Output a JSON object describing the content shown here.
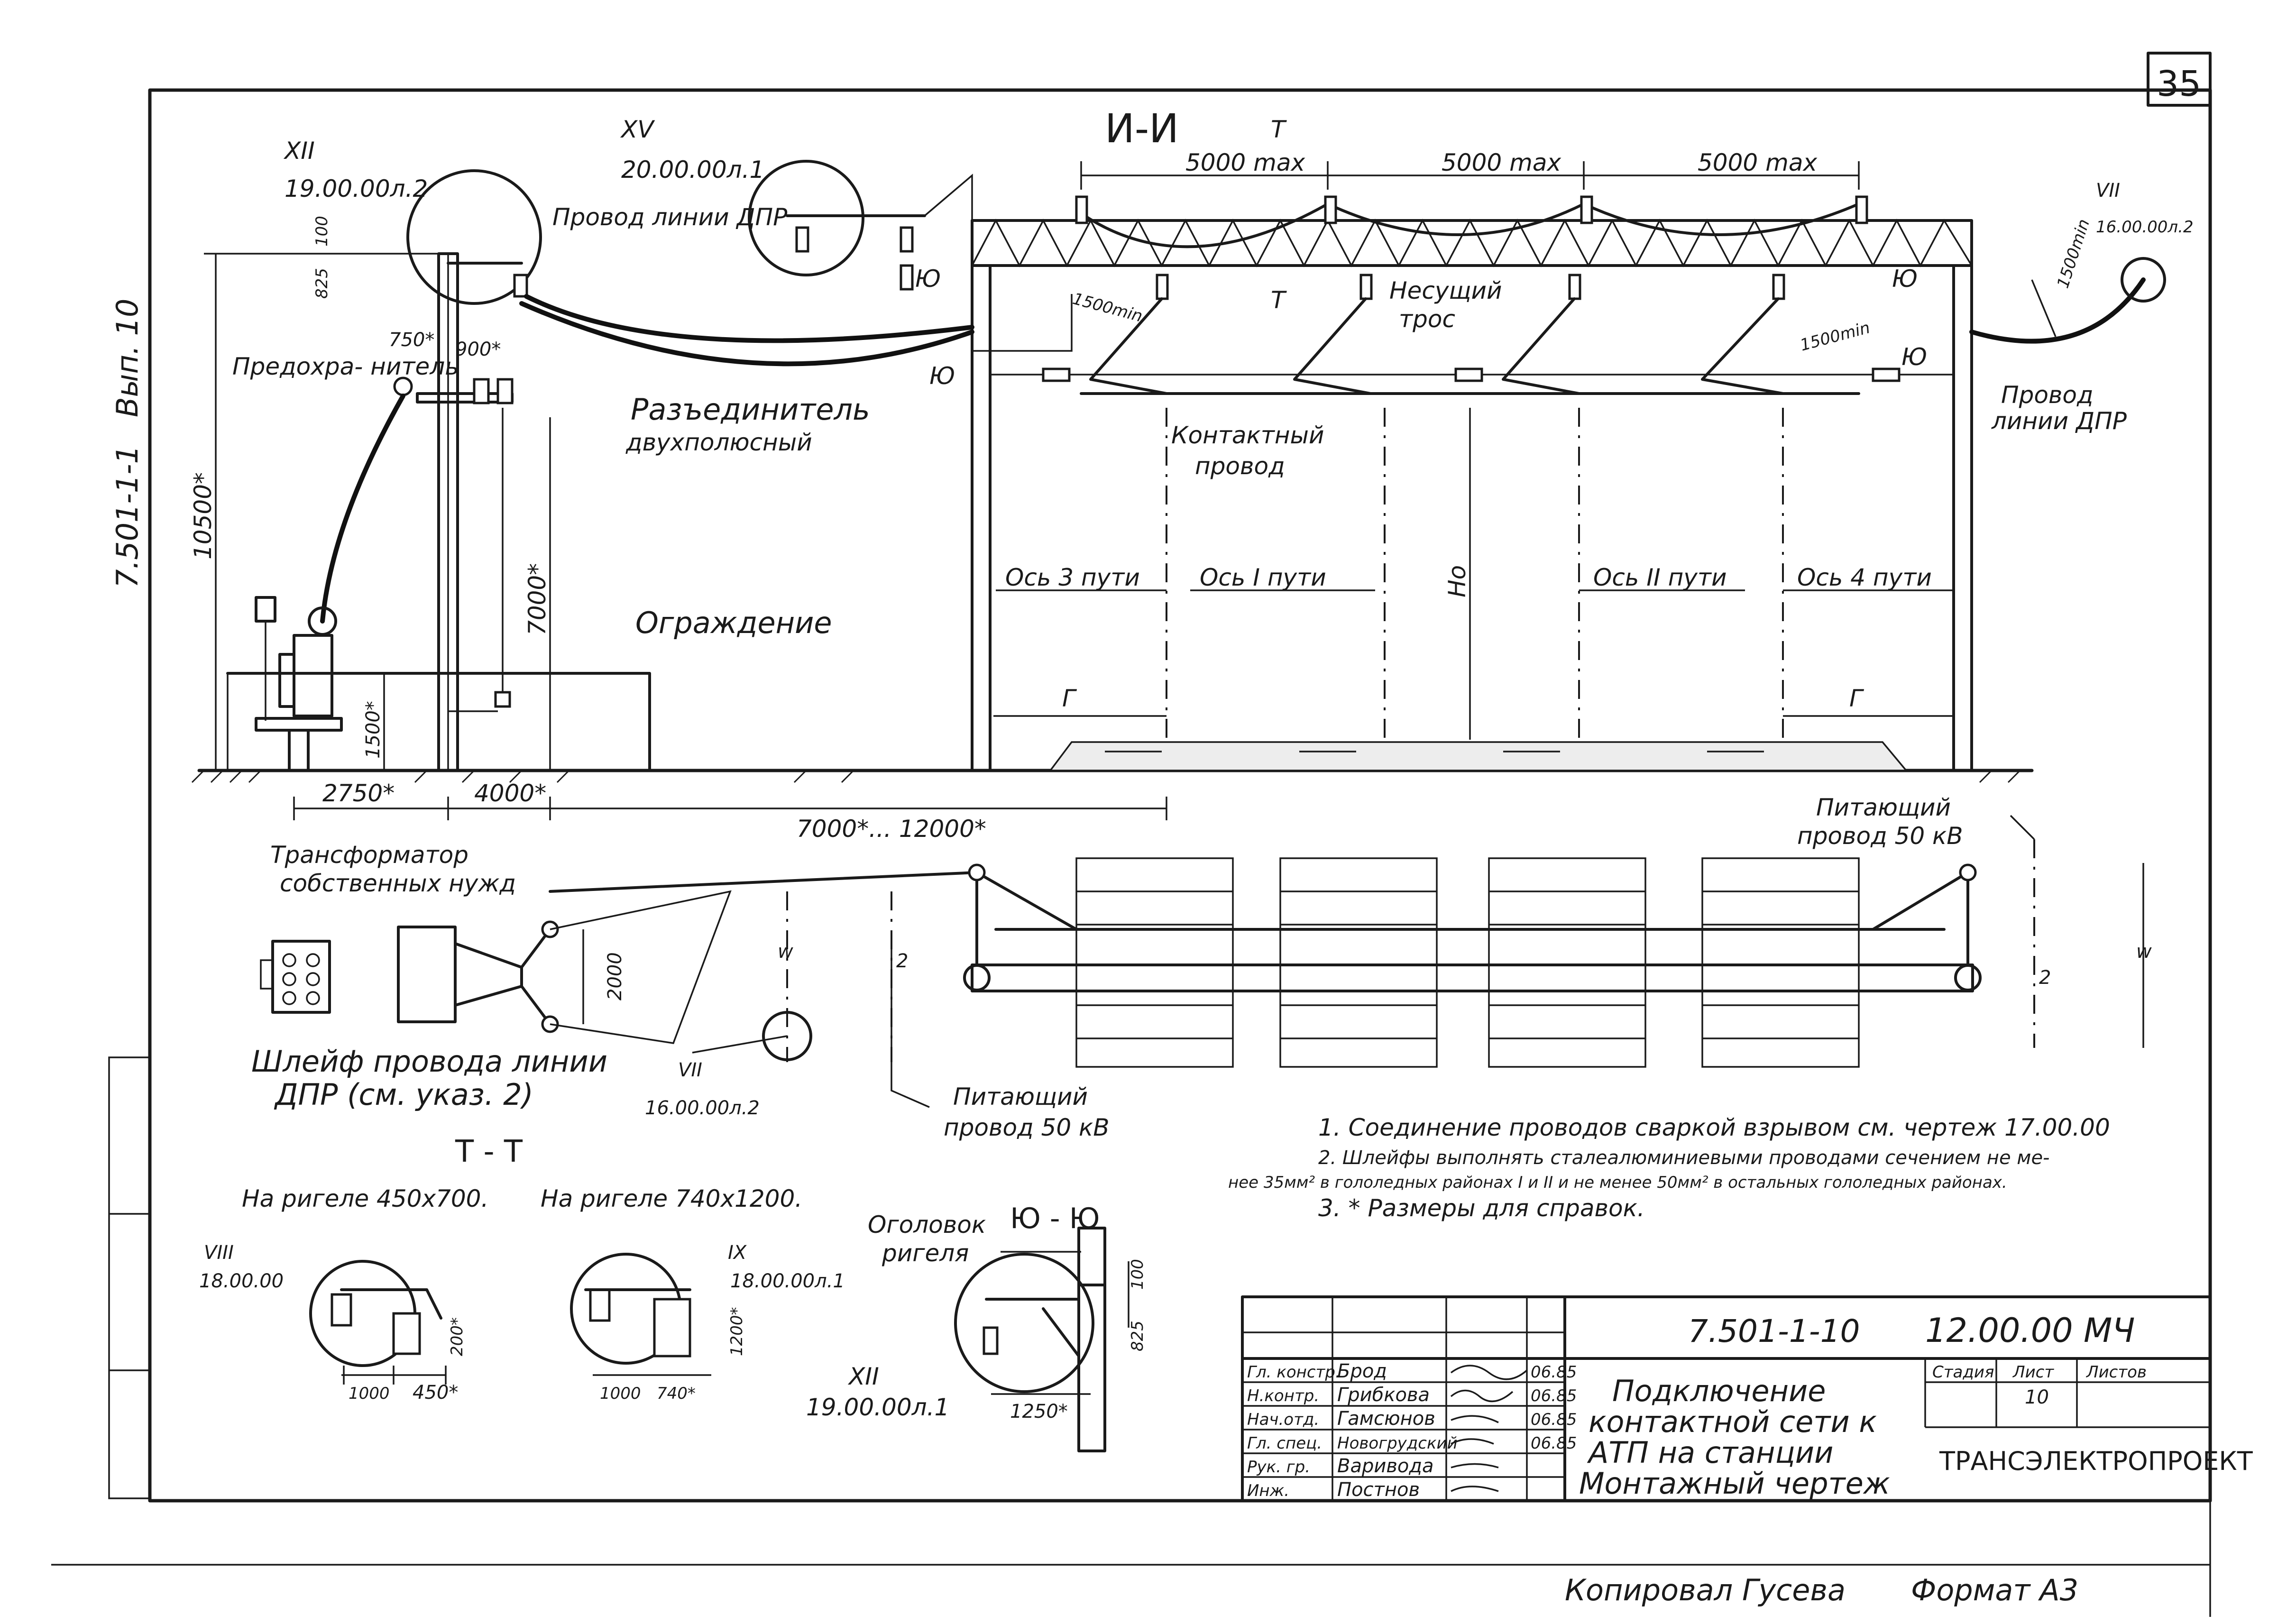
{
  "sheet": {
    "sheet_number": "35",
    "side_code": "7.501-1-1",
    "side_issue": "Вып. 10"
  },
  "section_ii": {
    "title": "И-И",
    "cut_mark": "Т",
    "span_1": "5000 max",
    "span_2": "5000 max",
    "span_3": "5000 max",
    "height_total": "10500*",
    "height_mast": "7000*",
    "dim_825": "825",
    "dim_100": "100",
    "dim_750": "750*",
    "dim_900": "900*",
    "dim_1500_fence": "1500*",
    "dim_1500_sag_left": "1500min",
    "dim_1500_sag_right": "1500min",
    "dim_1500_right": "1500min",
    "dim_2750": "2750*",
    "dim_4000": "4000*",
    "dim_7000_12000": "7000*... 12000*",
    "label_wire_dpr": "Провод линии ДПР",
    "label_fuse": "Предохра- нитель",
    "label_disconnector_1": "Разъединитель",
    "label_disconnector_2": "двухполюсный",
    "label_fence": "Ограждение",
    "label_carrier_1": "Несущий",
    "label_carrier_2": "трос",
    "label_contact_1": "Контактный",
    "label_contact_2": "провод",
    "label_ho": "Но",
    "label_g_left": "Г",
    "label_g_right": "Г",
    "axis_3": "Ось 3 пути",
    "axis_1": "Ось I пути",
    "axis_2": "Ось II пути",
    "axis_4": "Ось 4 пути",
    "ref_xii_num": "XII",
    "ref_xii_code": "19.00.00л.2",
    "ref_xv_num": "XV",
    "ref_xv_code": "20.00.00л.1",
    "ref_vii_num": "VII",
    "ref_vii_code": "16.00.00л.2",
    "label_wire_dpr_right_1": "Провод",
    "label_wire_dpr_right_2": "линии ДПР",
    "mark_yu_left": "Ю",
    "mark_yu_left2": "Ю",
    "mark_yu_right": "Ю",
    "mark_yu_right2": "Ю",
    "mark_t": "Т"
  },
  "plan": {
    "label_transformer_1": "Трансформатор",
    "label_transformer_2": "собственных нужд",
    "dim_2000": "2000",
    "label_loop_1": "Шлейф провода линии",
    "label_loop_2": "ДПР (см. указ. 2)",
    "ref_vii_num": "VII",
    "ref_vii_code": "16.00.00л.2",
    "label_feeder_left_1": "Питающий",
    "label_feeder_left_2": "провод 50 кВ",
    "label_feeder_right_1": "Питающий",
    "label_feeder_right_2": "провод 50 кВ",
    "mark_2_left": "2",
    "mark_2_right": "2",
    "mark_w_left": "w",
    "mark_w_right": "w"
  },
  "detail_tt": {
    "title": "Т - Т",
    "caption_1": "На ригеле 450х700.",
    "caption_2": "На ригеле 740х1200.",
    "ref_viii_num": "VIII",
    "ref_viii_code": "18.00.00",
    "ref_ix_num": "IX",
    "ref_ix_code": "18.00.00л.1",
    "dim_1000_a": "1000",
    "dim_450": "450*",
    "dim_200": "200*",
    "dim_1000_b": "1000",
    "dim_740": "740*",
    "dim_1200": "1200*"
  },
  "detail_yuyu": {
    "title": "Ю - Ю",
    "label_head_1": "Оголовок",
    "label_head_2": "ригеля",
    "ref_xii_num": "XII",
    "ref_xii_code": "19.00.00л.1",
    "dim_100": "100",
    "dim_825": "825",
    "dim_1250": "1250*"
  },
  "notes": {
    "note_1": "1. Соединение проводов сваркой взрывом см. чертеж 17.00.00",
    "note_2a": "2. Шлейфы выполнять сталеалюминиевыми проводами сечением не ме-",
    "note_2b": "нее 35мм² в гололедных районах I и II и не менее 50мм² в остальных гололедных районах.",
    "note_3": "3. * Размеры для справок."
  },
  "title_block": {
    "doc_code": "7.501-1-10",
    "sheet_code": "12.00.00 МЧ",
    "title_1": "Подключение",
    "title_2": "контактной сети к",
    "title_3": "АТП на станции",
    "title_4": "Монтажный чертеж",
    "stage_label": "Стадия",
    "sheet_label": "Лист",
    "sheets_label": "Листов",
    "sheet_value": "10",
    "org": "ТРАНСЭЛЕКТРОПРОЕКТ",
    "rows": [
      {
        "role": "Гл. констр.",
        "name": "Брод",
        "date": "06.85"
      },
      {
        "role": "Н.контр.",
        "name": "Грибкова",
        "date": "06.85"
      },
      {
        "role": "Нач.отд.",
        "name": "Гамсюнов",
        "date": "06.85"
      },
      {
        "role": "Гл. спец.",
        "name": "Новогрудский",
        "date": "06.85"
      },
      {
        "role": "Рук. гр.",
        "name": "Варивода",
        "date": ""
      },
      {
        "role": "Инж.",
        "name": "Постнов",
        "date": ""
      }
    ]
  },
  "footer": {
    "copied": "Копировал Гусева",
    "format": "Формат А3"
  }
}
